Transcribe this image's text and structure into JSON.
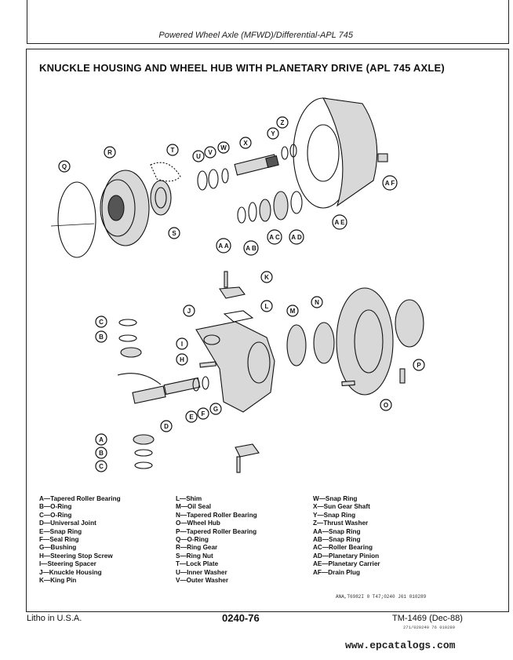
{
  "header": {
    "section": "Powered Wheel Axle (MFWD)/Differential-APL 745"
  },
  "figure": {
    "title": "KNUCKLE HOUSING AND WHEEL HUB WITH PLANETARY DRIVE (APL 745 AXLE)",
    "ref_code": "ANA,T6982I 0 T47;0240 J61 010289"
  },
  "callouts": [
    "A",
    "B",
    "C",
    "D",
    "E",
    "F",
    "G",
    "H",
    "I",
    "J",
    "K",
    "L",
    "M",
    "N",
    "O",
    "P",
    "Q",
    "R",
    "S",
    "T",
    "U",
    "V",
    "W",
    "X",
    "Y",
    "Z",
    "AA",
    "AB",
    "AC",
    "AD",
    "AE",
    "AF"
  ],
  "legend": {
    "col1": [
      "A—Tapered Roller Bearing",
      "B—O-Ring",
      "C—O-Ring",
      "D—Universal Joint",
      "E—Snap Ring",
      "F—Seal Ring",
      "G—Bushing",
      "H—Steering Stop Screw",
      "I—Steering Spacer",
      "J—Knuckle Housing",
      "K—King Pin"
    ],
    "col2": [
      "L—Shim",
      "M—Oil Seal",
      "N—Tapered Roller Bearing",
      "O—Wheel Hub",
      "P—Tapered Roller Bearing",
      "Q—O-Ring",
      "R—Ring Gear",
      "S—Ring Nut",
      "T—Lock Plate",
      "U—Inner Washer",
      "V—Outer Washer"
    ],
    "col3": [
      "W—Snap Ring",
      "X—Sun Gear Shaft",
      "Y—Snap Ring",
      "Z—Thrust Washer",
      "AA—Snap Ring",
      "AB—Snap Ring",
      "AC—Roller Bearing",
      "AD—Planetary Pinion",
      "AE—Planetary Carrier",
      "AF—Drain Plug"
    ]
  },
  "footer": {
    "left": "Litho in U.S.A.",
    "page": "0240-76",
    "doc": "TM-1469 (Dec-88)",
    "code": "271/020240 76 010289"
  },
  "watermark": "www.epcatalogs.com"
}
